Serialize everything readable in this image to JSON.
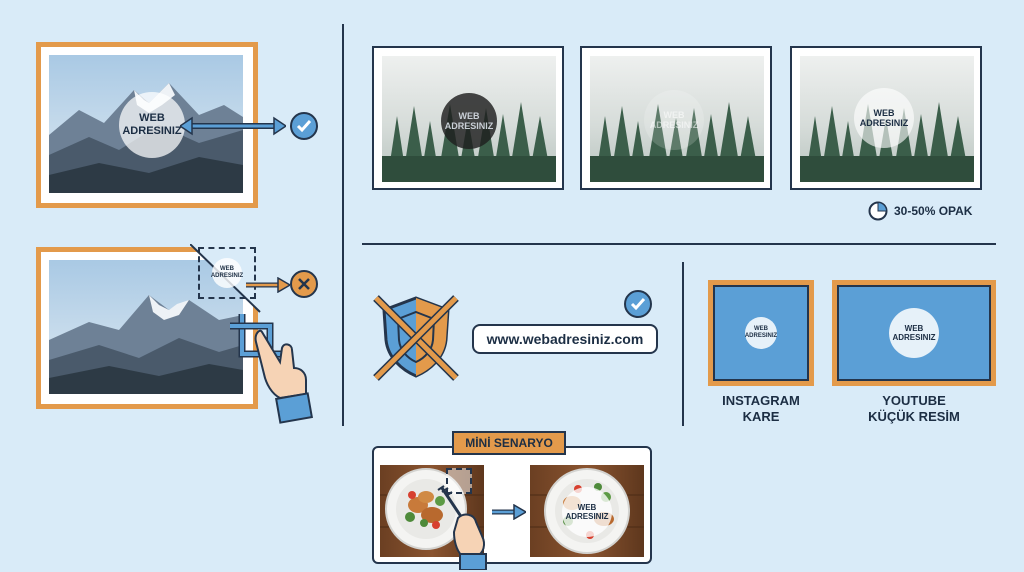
{
  "watermark": {
    "line1": "WEB",
    "line2": "ADRESINIZ",
    "small_line1": "WEB",
    "small_line2": "ADRESINIZ"
  },
  "opacity_label": "30-50% OPAK",
  "url_text": "www.webadresiniz.com",
  "formats": {
    "instagram_line1": "INSTAGRAM",
    "instagram_line2": "KARE",
    "youtube_line1": "YOUTUBE",
    "youtube_line2": "KÜÇÜK RESİM",
    "instagram_wm1": "WEB",
    "instagram_wm2": "ADRESINIZ",
    "youtube_wm1": "WEB",
    "youtube_wm2": "ADRESINIZ"
  },
  "mini_scenario": {
    "title": "MİNİ SENARYO",
    "wm1": "WEB",
    "wm2": "ADRESINIZ"
  },
  "forest_watermarks": [
    {
      "line1": "WEB",
      "line2": "ADRESINIZ"
    },
    {
      "line1": "WEB",
      "line2": "ADRESINIZ"
    },
    {
      "line1": "WEB",
      "line2": "ADRESINIZ"
    }
  ],
  "colors": {
    "background": "#d9ebf8",
    "accent_orange": "#e39a4b",
    "accent_blue": "#5b9fd6",
    "outline": "#24354c"
  },
  "icons": [
    "check-icon",
    "cross-icon",
    "opacity-icon",
    "shield-crossed-icon",
    "hand-icon",
    "arrow-icon"
  ]
}
